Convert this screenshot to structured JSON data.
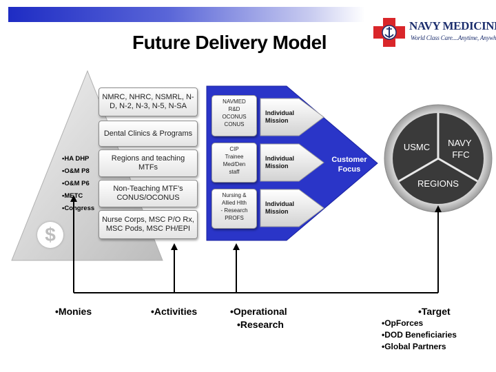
{
  "header": {
    "title": "Future Delivery Model",
    "logo_name": "NAVY MEDICINE",
    "logo_tagline": "World Class Care....Anytime, Anywhere"
  },
  "pyramid": {
    "items": [
      "HA DHP",
      "O&M P8",
      "O&M P6",
      "METC",
      "Congress"
    ],
    "symbol": "$"
  },
  "activities": [
    "NMRC, NHRC, NSMRL, N-D, N-2, N-3, N-5, N-SA",
    "Dental Clinics & Programs",
    "Regions and teaching MTFs",
    "Non-Teaching MTF’s CONUS/OCONUS",
    "Nurse Corps, MSC P/O Rx, MSC Pods, MSC PH/EPI"
  ],
  "missions": [
    {
      "lines": [
        "NAVMED",
        "R&D",
        "OCONUS",
        "CONUS"
      ],
      "label": "Individual Mission"
    },
    {
      "lines": [
        "CIP",
        "Trainee",
        "Med/Den",
        "staff"
      ],
      "label": "Individual Mission"
    },
    {
      "lines": [
        "Nursing &",
        "Allied Hlth",
        "- Research",
        "PROFS"
      ],
      "label": "Individual Mission"
    }
  ],
  "customer_focus": "Customer Focus",
  "target_circle": {
    "segments": [
      "USMC",
      "NAVY FFC",
      "REGIONS"
    ]
  },
  "bottom": {
    "monies": "Monies",
    "activities": "Activities",
    "operational": "Operational",
    "research": "Research",
    "target": "Target",
    "target_items": [
      "OpForces",
      "DOD Beneficiaries",
      "Global Partners"
    ]
  },
  "colors": {
    "banner": "#1e2cc4",
    "customer_panel": "#2a35c8",
    "target_dark": "#3a3a3a",
    "cross_red": "#d9262a"
  }
}
